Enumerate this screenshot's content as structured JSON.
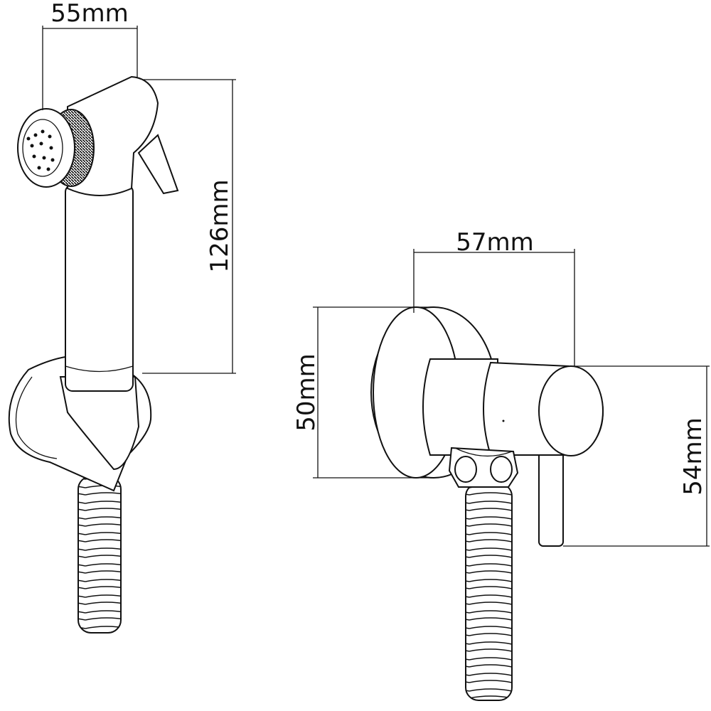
{
  "dimensions": {
    "sprayer_width": "55mm",
    "sprayer_height": "126mm",
    "valve_width": "57mm",
    "flange_height": "50mm",
    "valve_height": "54mm"
  },
  "colors": {
    "line": "#111111",
    "background": "#ffffff"
  }
}
